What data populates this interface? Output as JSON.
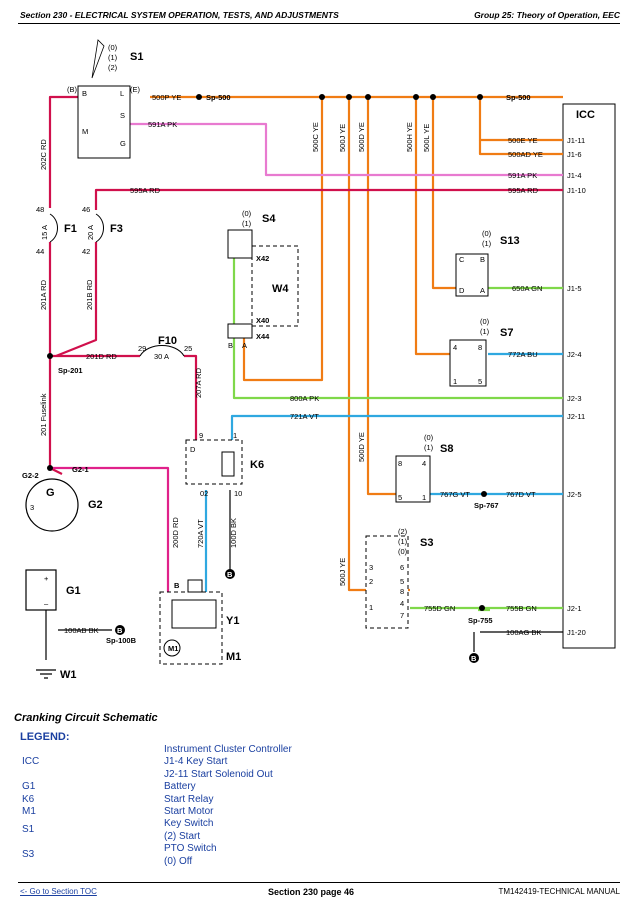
{
  "header": {
    "left": "Section 230 - ELECTRICAL SYSTEM OPERATION, TESTS, AND ADJUSTMENTS",
    "right": "Group 25: Theory of Operation, EEC"
  },
  "components": {
    "s1": "S1",
    "s4": "S4",
    "w4": "W4",
    "s13": "S13",
    "s7": "S7",
    "s8": "S8",
    "s3": "S3",
    "k6": "K6",
    "g1": "G1",
    "g2": "G2",
    "g": "G",
    "y1": "Y1",
    "m1": "M1",
    "w1": "W1",
    "f1": "F1",
    "f3": "F3",
    "f10": "F10",
    "icc": "ICC"
  },
  "splices": {
    "sp500a": "Sp-500",
    "sp500b": "Sp-500",
    "sp201": "Sp-201",
    "sp767": "Sp-767",
    "sp755": "Sp-755",
    "sp100b": "Sp-100B"
  },
  "wires": {
    "w500p": "500P YE",
    "w591a": "591A PK",
    "w202c": "202C RD",
    "w595a": "595A RD",
    "w500c": "500C YE",
    "w500j": "500J YE",
    "w500d": "500D YE",
    "w500h": "500H YE",
    "w500l": "500L YE",
    "w500e": "500E YE",
    "w500ad": "500AD YE",
    "w591a2": "591A PK",
    "w595a2": "595A RD",
    "w650a": "650A GN",
    "w772a": "772A BU",
    "w800a": "800A PK",
    "w721a": "721A VT",
    "w500dye": "500D YE",
    "w767g": "767G VT",
    "w767d": "767D VT",
    "w500jye": "500J YE",
    "w755d": "755D GN",
    "w755b": "755B GN",
    "w100ag": "100AG BK",
    "w201a": "201A RD",
    "w201b": "201B RD",
    "w201d": "201D RD",
    "w207a": "207A RD",
    "w200d": "200D RD",
    "w720a": "720A VT",
    "w100d": "100D BK",
    "w100ab": "100AB BK",
    "w201fl": "201 Fuselink"
  },
  "pins": {
    "j1_11": "J1-11",
    "j1_6": "J1-6",
    "j1_4": "J1-4",
    "j1_10": "J1-10",
    "j1_5": "J1-5",
    "j2_4": "J2-4",
    "j2_3": "J2-3",
    "j2_11": "J2-11",
    "j2_5": "J2-5",
    "j2_1": "J2-1",
    "j1_20": "J1-20",
    "f1_top": "48",
    "f1_bot": "44",
    "f1_rating": "15 A",
    "f3_top": "46",
    "f3_bot": "42",
    "f3_rating": "20 A",
    "f10_left": "29",
    "f10_right": "25",
    "f10_rating": "30 A",
    "s1_b": "(B)",
    "s1_e": "(E)",
    "s1_pb": "B",
    "s1_pl": "L",
    "s1_ps": "S",
    "s1_pm": "M",
    "s1_pg": "G",
    "s1_p0": "(0)",
    "s1_p1": "(1)",
    "s1_p2": "(2)",
    "s4_p0": "(0)",
    "s4_p1": "(1)",
    "s4_x42": "X42",
    "s4_x40": "X40",
    "s4_x44": "X44",
    "s4_b": "B",
    "s4_a": "A",
    "s13_p0": "(0)",
    "s13_p1": "(1)",
    "s13_c": "C",
    "s13_b": "B",
    "s13_d": "D",
    "s13_a": "A",
    "s7_p0": "(0)",
    "s7_p1": "(1)",
    "s7_4": "4",
    "s7_8": "8",
    "s7_1": "1",
    "s7_5": "5",
    "s8_p0": "(0)",
    "s8_p1": "(1)",
    "s8_8": "8",
    "s8_4": "4",
    "s8_5": "5",
    "s8_1": "1",
    "s3_p2": "(2)",
    "s3_p1": "(1)",
    "s3_p0": "(0)",
    "k6_9": "9",
    "k6_1": "1",
    "k6_d": "D",
    "k6_02": "02",
    "k6_10": "10",
    "g2_2": "G2-2",
    "g2_1": "G2-1",
    "g2_3": "3",
    "y1_b": "B",
    "g1_plus": "+",
    "g1_minus": "–",
    "s3_p1n": "1",
    "s3_p2n": "2",
    "s3_p3n": "3",
    "s3_p4n": "4",
    "s3_p5n": "5",
    "s3_p6n": "6",
    "s3_p7n": "7",
    "s3_p8n": "8",
    "ground": "B"
  },
  "caption": "Cranking Circuit Schematic",
  "legend": {
    "title": "LEGEND:",
    "items": [
      {
        "code": "ICC",
        "lines": [
          "Instrument Cluster Controller",
          "J1-4 Key Start",
          "J2-11 Start Solenoid Out"
        ]
      },
      {
        "code": "G1",
        "lines": [
          "Battery"
        ]
      },
      {
        "code": "K6",
        "lines": [
          "Start Relay"
        ]
      },
      {
        "code": "M1",
        "lines": [
          "Start Motor"
        ]
      },
      {
        "code": "S1",
        "lines": [
          "Key Switch",
          "(2) Start"
        ]
      },
      {
        "code": "S3",
        "lines": [
          "PTO Switch",
          "(0) Off"
        ]
      }
    ]
  },
  "footer": {
    "left": "<- Go to Section TOC",
    "center": "Section 230 page 46",
    "right": "TM142419-TECHNICAL MANUAL"
  },
  "colors": {
    "orange_ye": "#f07c14",
    "pink_pk": "#e87ad0",
    "red_rd": "#d0104c",
    "green_gn": "#7fd84a",
    "blue_vt": "#2fa8e0",
    "legend_blue": "#1a3fa0"
  }
}
